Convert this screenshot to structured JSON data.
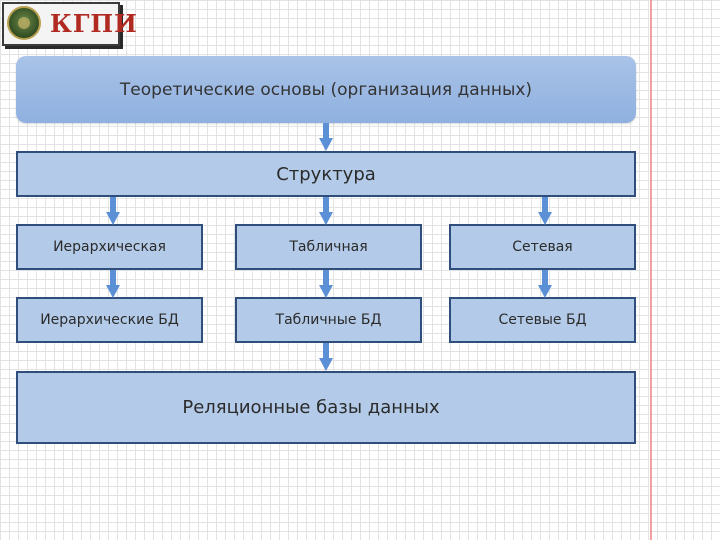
{
  "logo": {
    "text": "КГПИ"
  },
  "diagram": {
    "title": "Теоретические основы (организация данных)",
    "structure": "Структура",
    "types": [
      "Иерархическая",
      "Табличная",
      "Сетевая"
    ],
    "databases": [
      "Иерархические БД",
      "Табличные БД",
      "Сетевые БД"
    ],
    "relational": "Реляционные базы данных"
  },
  "colors": {
    "box_fill": "#b3cbe9",
    "box_border": "#2f4e7b",
    "arrow": "#5b8fd6"
  }
}
